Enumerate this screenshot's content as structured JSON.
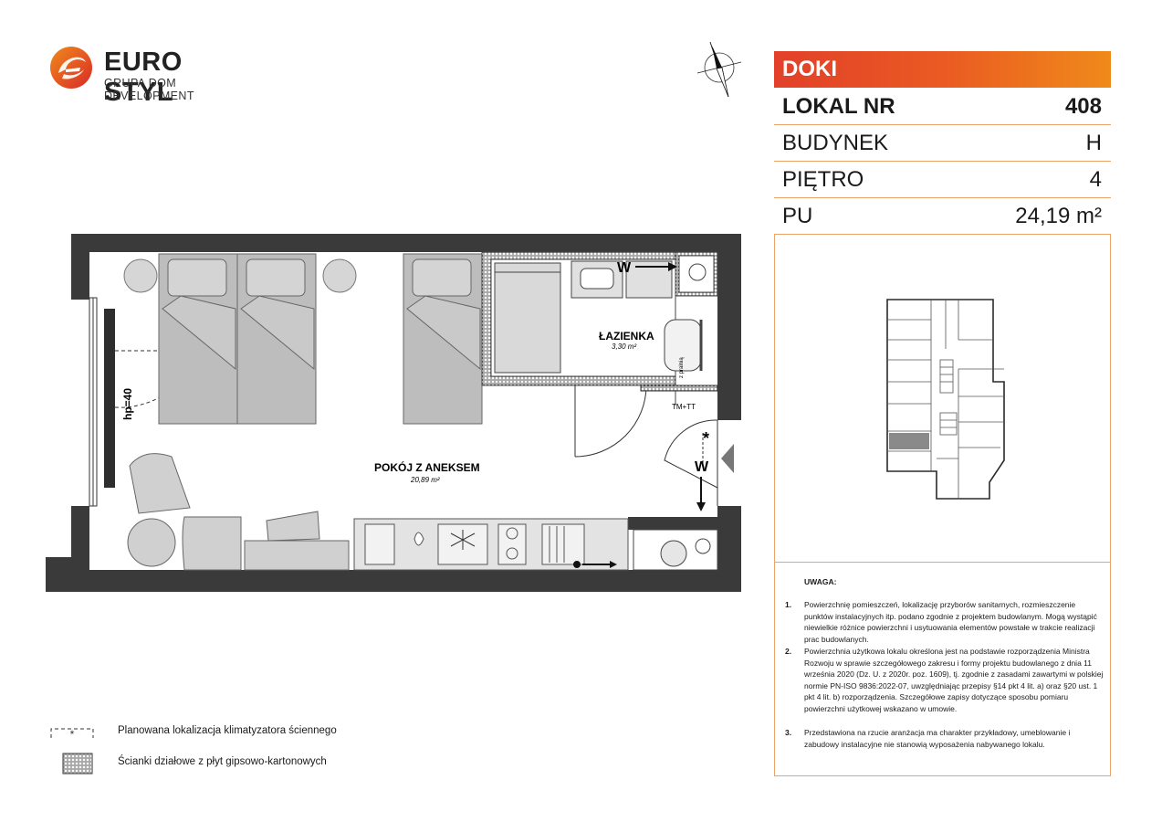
{
  "brand": {
    "name": "EURO STYL",
    "subtitle": "GRUPA DOM DEVELOPMENT"
  },
  "colors": {
    "accent_start": "#e2402a",
    "accent_end": "#ef8a1a",
    "border": "#e9a36b",
    "wall": "#3a3a3a",
    "highlight_unit": "#8a8a8a"
  },
  "info": {
    "investment": "DOKI",
    "rows": [
      {
        "key": "LOKAL NR",
        "value": "408"
      },
      {
        "key": "BUDYNEK",
        "value": "H"
      },
      {
        "key": "PIĘTRO",
        "value": "4"
      },
      {
        "key": "PU",
        "value": "24,19 m²"
      }
    ]
  },
  "plan": {
    "room_main": "POKÓJ Z ANEKSEM",
    "room_main_area": "20,89 m²",
    "room_bath": "ŁAZIENKA",
    "room_bath_area": "3,30 m²",
    "window_height": "hp=40",
    "meter_label": "TM+TT",
    "shaft_w_top": "W",
    "shaft_w_right": "W",
    "ac_marker": "*",
    "vertical_label": "z pralnią"
  },
  "legend": [
    {
      "icon": "dashed-box-asterisk-icon",
      "symbol": "*",
      "label": "Planowana lokalizacja klimatyzatora ściennego"
    },
    {
      "icon": "drywall-hatch-icon",
      "label": "Ścianki działowe z płyt gipsowo-kartonowych"
    }
  ],
  "notes": {
    "title": "UWAGA:",
    "items": [
      {
        "num": "1.",
        "text": "Powierzchnię pomieszczeń, lokalizację przyborów sanitarnych, rozmieszczenie punktów instalacyjnych itp. podano zgodnie z projektem budowlanym. Mogą wystąpić niewielkie różnice powierzchni i usytuowania elementów powstałe w trakcie realizacji prac budowlanych."
      },
      {
        "num": "2.",
        "text": "Powierzchnia użytkowa lokalu określona jest na podstawie rozporządzenia Ministra Rozwoju w sprawie szczegółowego zakresu i formy projektu budowlanego z dnia 11 września 2020 (Dz. U. z 2020r. poz. 1609), tj. zgodnie z zasadami zawartymi w polskiej normie PN-ISO 9836:2022-07, uwzględniając przepisy §14 pkt 4 lit. a) oraz §20 ust. 1 pkt 4 lit. b) rozporządzenia. Szczegółowe zapisy dotyczące sposobu pomiaru powierzchni użytkowej wskazano w umowie."
      },
      {
        "num": "3.",
        "text": "Przedstawiona na rzucie aranżacja ma charakter przykładowy, umeblowanie i zabudowy instalacyjne nie stanowią wyposażenia nabywanego lokalu."
      }
    ]
  }
}
